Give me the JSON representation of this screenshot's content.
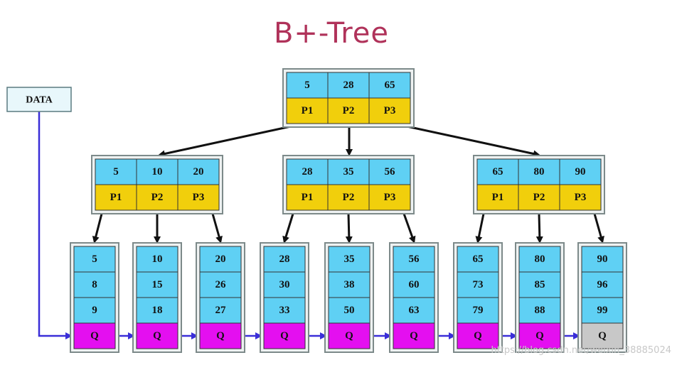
{
  "title": "B+-Tree",
  "data_label": "DATA",
  "watermark": "https://blog.csdn.net/weixin_38885024",
  "colors": {
    "key": "#5fd0f4",
    "pointer": "#f1cf0c",
    "leaf_link": "#e40ff0",
    "leaf_link_last": "#c8c8c8",
    "chain": "#3a2ed8",
    "title": "#b0325a"
  },
  "root": {
    "keys": [
      "5",
      "28",
      "65"
    ],
    "pointers": [
      "P1",
      "P2",
      "P3"
    ]
  },
  "internal": [
    {
      "keys": [
        "5",
        "10",
        "20"
      ],
      "pointers": [
        "P1",
        "P2",
        "P3"
      ]
    },
    {
      "keys": [
        "28",
        "35",
        "56"
      ],
      "pointers": [
        "P1",
        "P2",
        "P3"
      ]
    },
    {
      "keys": [
        "65",
        "80",
        "90"
      ],
      "pointers": [
        "P1",
        "P2",
        "P3"
      ]
    }
  ],
  "leaves": [
    {
      "keys": [
        "5",
        "8",
        "9"
      ],
      "link": "Q"
    },
    {
      "keys": [
        "10",
        "15",
        "18"
      ],
      "link": "Q"
    },
    {
      "keys": [
        "20",
        "26",
        "27"
      ],
      "link": "Q"
    },
    {
      "keys": [
        "28",
        "30",
        "33"
      ],
      "link": "Q"
    },
    {
      "keys": [
        "35",
        "38",
        "50"
      ],
      "link": "Q"
    },
    {
      "keys": [
        "56",
        "60",
        "63"
      ],
      "link": "Q"
    },
    {
      "keys": [
        "65",
        "73",
        "79"
      ],
      "link": "Q"
    },
    {
      "keys": [
        "80",
        "85",
        "88"
      ],
      "link": "Q"
    },
    {
      "keys": [
        "90",
        "96",
        "99"
      ],
      "link": "Q"
    }
  ]
}
